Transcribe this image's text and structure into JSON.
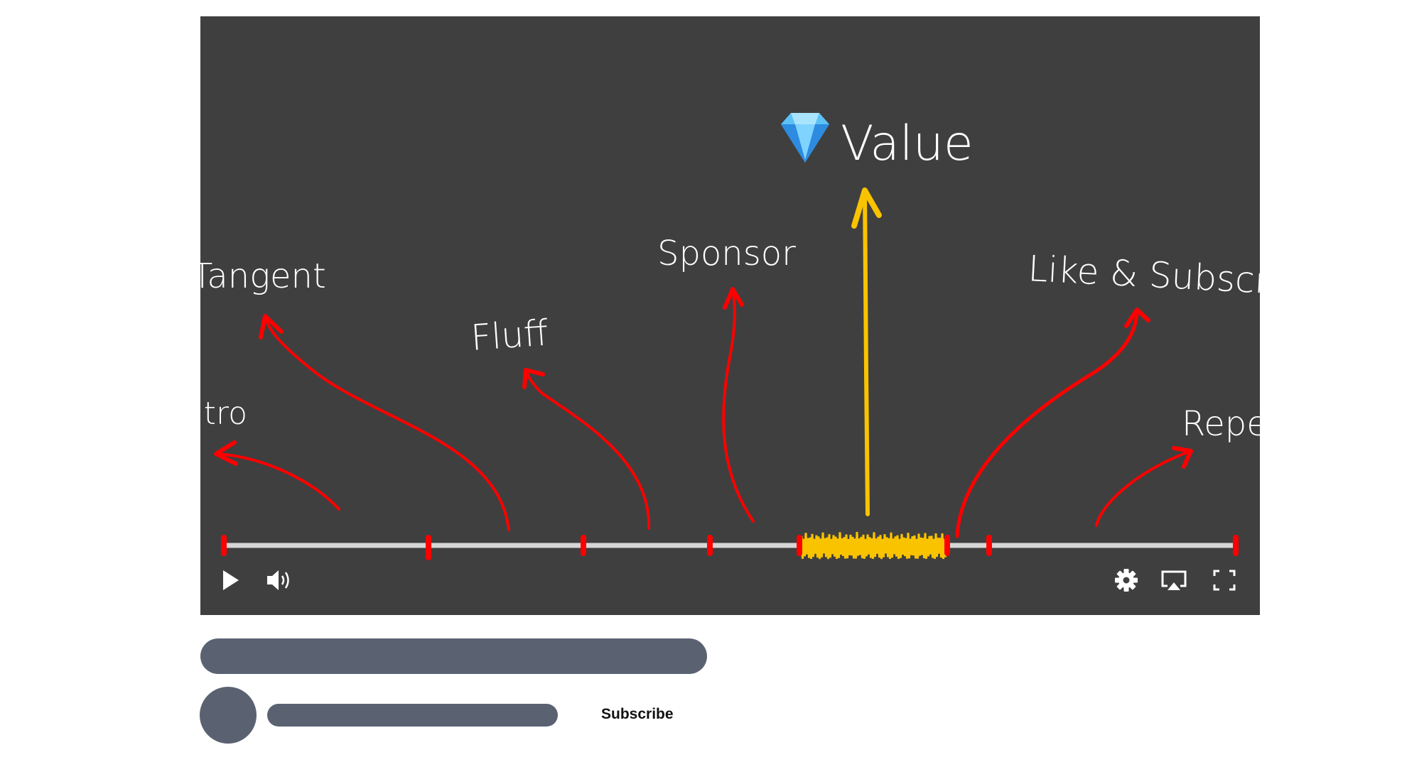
{
  "video": {
    "background": "#3f3f3f",
    "segments": [
      {
        "label": "Intro",
        "color": "#ff0000"
      },
      {
        "label": "Tangent",
        "color": "#ff0000"
      },
      {
        "label": "Fluff",
        "color": "#ff0000"
      },
      {
        "label": "Sponsor",
        "color": "#ff0000"
      },
      {
        "label": "Value",
        "color": "#f9c300",
        "icon": "diamond-icon"
      },
      {
        "label": "Like & Subscribe",
        "color": "#ff0000"
      },
      {
        "label": "Repeat",
        "color": "#ff0000"
      }
    ],
    "controls": {
      "left": [
        "play-icon",
        "volume-icon"
      ],
      "right": [
        "gear-icon",
        "airplay-icon",
        "fullscreen-icon"
      ]
    }
  },
  "below": {
    "subscribe_label": "Subscribe",
    "placeholder_color": "#5a6272"
  }
}
